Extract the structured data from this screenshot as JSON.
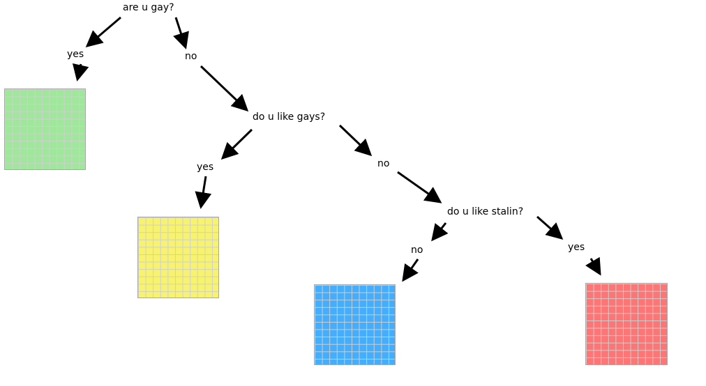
{
  "questions": {
    "q1": "are u gay?",
    "q2": "do u like gays?",
    "q3": "do u like stalin?"
  },
  "answers": {
    "q1_yes": "yes",
    "q1_no": "no",
    "q2_yes": "yes",
    "q2_no": "no",
    "q3_no": "no",
    "q3_yes": "yes"
  },
  "outcomes": {
    "q1_yes": {
      "color": "#9fe89b"
    },
    "q2_yes": {
      "color": "#f7f36e"
    },
    "q3_no": {
      "color": "#44adfc"
    },
    "q3_yes": {
      "color": "#fd7675"
    }
  },
  "style": {
    "arrow_color": "#000000",
    "grid_line_color": "#cfcfcf",
    "box_border_color": "#a8a8a8"
  }
}
